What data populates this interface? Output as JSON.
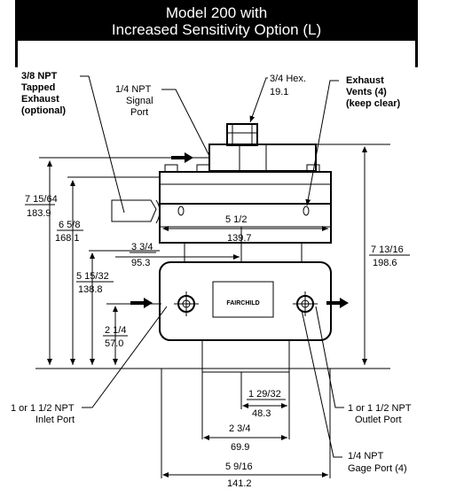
{
  "title": {
    "line1": "Model 200 with",
    "line2": "Increased Sensitivity Option (L)"
  },
  "callouts": {
    "tapped_exhaust": [
      "3/8 NPT",
      "Tapped",
      "Exhaust",
      "(optional)"
    ],
    "signal_port": [
      "1/4 NPT",
      "Signal",
      "Port"
    ],
    "hex": [
      "3/4  Hex.",
      "19.1"
    ],
    "exhaust_vents": [
      "Exhaust",
      "Vents (4)",
      "(keep clear)"
    ],
    "inlet_port": [
      "1 or 1 1/2 NPT",
      "Inlet Port"
    ],
    "outlet_port": [
      "1 or 1 1/2 NPT",
      "Outlet Port"
    ],
    "gage_port": [
      "1/4 NPT",
      "Gage Port (4)"
    ]
  },
  "dimensions": {
    "d_7_15_64": [
      "7 15/64",
      "183.9"
    ],
    "d_6_5_8": [
      "6 5/8",
      "168.1"
    ],
    "d_5_15_32": [
      "5 15/32",
      "138.8"
    ],
    "d_2_1_4": [
      "2 1/4",
      "57.0"
    ],
    "d_3_3_4": [
      "3 3/4",
      "95.3"
    ],
    "d_5_1_2": [
      "5 1/2",
      "139.7"
    ],
    "d_7_13_16": [
      "7 13/16",
      "198.6"
    ],
    "d_1_29_32": [
      "1 29/32",
      "48.3"
    ],
    "d_2_3_4": [
      "2 3/4",
      "69.9"
    ],
    "d_5_9_16": [
      "5 9/16",
      "141.2"
    ]
  },
  "nameplate": "FAIRCHILD"
}
